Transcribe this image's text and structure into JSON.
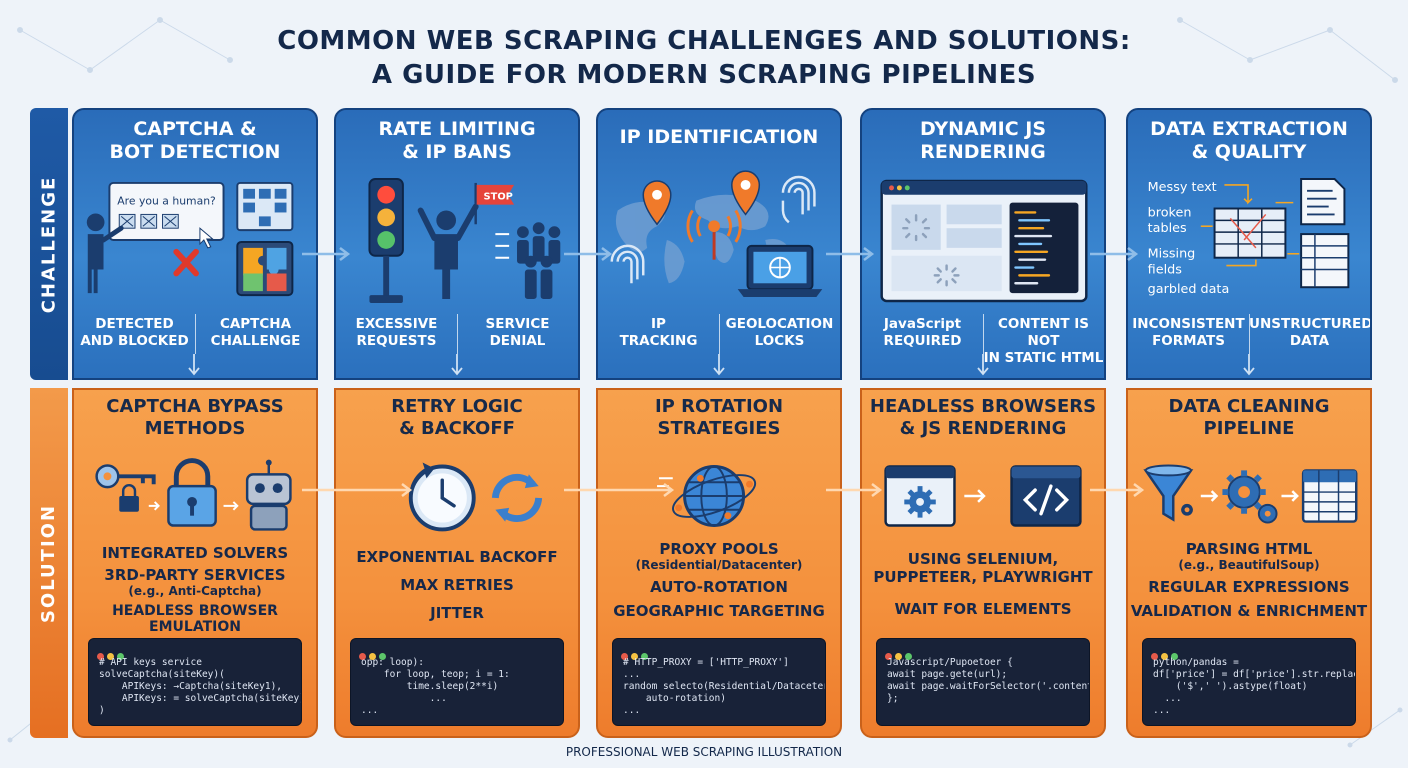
{
  "title": {
    "line1": "COMMON WEB SCRAPING CHALLENGES AND SOLUTIONS:",
    "line2": "A GUIDE FOR MODERN SCRAPING PIPELINES"
  },
  "row_labels": {
    "challenge": "CHALLENGE",
    "solution": "SOLUTION"
  },
  "columns": [
    {
      "challenge": {
        "title": [
          "CAPTCHA &",
          "BOT DETECTION"
        ],
        "illus_text": "Are you a human?",
        "sub_a": [
          "DETECTED",
          "AND BLOCKED"
        ],
        "sub_b": [
          "CAPTCHA",
          "CHALLENGE"
        ]
      },
      "solution": {
        "title": [
          "CAPTCHA BYPASS",
          "METHODS"
        ],
        "items": [
          "INTEGRATED SOLVERS",
          "3RD-PARTY SERVICES",
          "(e.g., Anti-Captcha)",
          "HEADLESS BROWSER EMULATION"
        ],
        "code": "# API keys service\nsolveCaptcha(siteKey)(\n    APIKeys: →Captcha(siteKey1),\n    APIKeys: = solveCaptcha(siteKey))\n)"
      }
    },
    {
      "challenge": {
        "title": [
          "RATE LIMITING",
          "& IP BANS"
        ],
        "illus_text": "STOP",
        "sub_a": [
          "EXCESSIVE",
          "REQUESTS"
        ],
        "sub_b": [
          "SERVICE",
          "DENIAL"
        ]
      },
      "solution": {
        "title": [
          "RETRY LOGIC",
          "& BACKOFF"
        ],
        "items": [
          "EXPONENTIAL BACKOFF",
          "MAX RETRIES",
          "JITTER"
        ],
        "code": "opp: loop):\n    for loop, teop; i = 1:\n        time.sleep(2**i)\n            ...\n..."
      }
    },
    {
      "challenge": {
        "title": [
          "IP IDENTIFICATION"
        ],
        "illus_text": "",
        "sub_a": [
          "IP",
          "TRACKING"
        ],
        "sub_b": [
          "GEOLOCATION",
          "LOCKS"
        ]
      },
      "solution": {
        "title": [
          "IP ROTATION",
          "STRATEGIES"
        ],
        "items": [
          "PROXY POOLS",
          "(Residential/Datacenter)",
          "AUTO-ROTATION",
          "GEOGRAPHIC TARGETING"
        ],
        "code": "# HTTP_PROXY = ['HTTP_PROXY']\n...\nrandom selecto(Residential/Dataceter]\n    auto-rotation)\n..."
      }
    },
    {
      "challenge": {
        "title": [
          "DYNAMIC JS",
          "RENDERING"
        ],
        "illus_text": "",
        "sub_a": [
          "JavaScript",
          "REQUIRED"
        ],
        "sub_b": [
          "CONTENT IS NOT",
          "IN STATIC HTML"
        ]
      },
      "solution": {
        "title": [
          "HEADLESS BROWSERS",
          "& JS RENDERING"
        ],
        "items": [
          "USING SELENIUM,",
          "PUPPETEER, PLAYWRIGHT",
          "WAIT FOR ELEMENTS"
        ],
        "code": "Javascript/Pupoetoer {\nawait page.gete(url);\nawait page.waitForSelector('.content');\n};"
      }
    },
    {
      "challenge": {
        "title": [
          "DATA EXTRACTION",
          "& QUALITY"
        ],
        "illus_labels": [
          "Messy text",
          "broken",
          "tables",
          "Missing",
          "fields",
          "garbled data"
        ],
        "sub_a": [
          "INCONSISTENT",
          "FORMATS"
        ],
        "sub_b": [
          "UNSTRUCTURED",
          "DATA"
        ]
      },
      "solution": {
        "title": [
          "DATA CLEANING",
          "PIPELINE"
        ],
        "items": [
          "PARSING HTML",
          "(e.g., BeautifulSoup)",
          "REGULAR EXPRESSIONS",
          "VALIDATION & ENRICHMENT"
        ],
        "code": "python/pandas =\ndf['price'] = df['price'].str.replace(\n    ('$',' ').astype(float)\n  ...\n..."
      }
    }
  ],
  "footer": "PROFESSIONAL WEB SCRAPING ILLUSTRATION",
  "colors": {
    "challenge_blue": "#2a6cb9",
    "solution_orange": "#f4913d",
    "title_navy": "#13284a",
    "code_bg": "#182238"
  }
}
